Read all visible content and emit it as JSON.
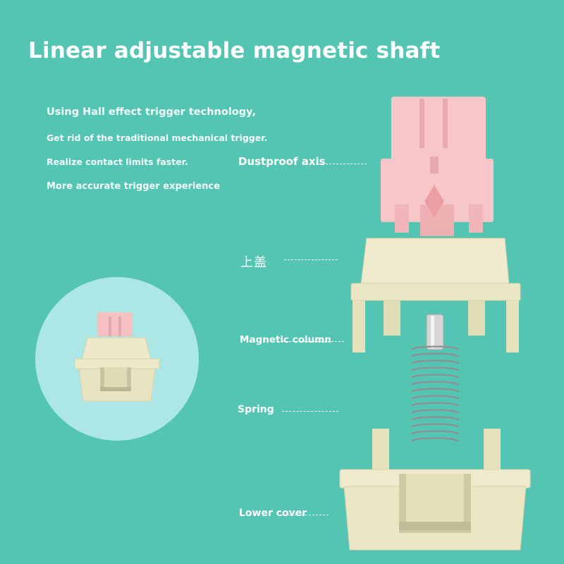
{
  "title": "Linear adjustable magnetic shaft",
  "description": [
    "Using Hall effect trigger technology,",
    "Get rid of the traditional mechanical trigger.",
    "Realize contact limits faster.",
    "More accurate trigger experience"
  ],
  "labels": {
    "dustproof_axis": "Dustproof axis",
    "upper_cover": "上盖",
    "magnetic_column": "Magnetic column",
    "spring": "Spring",
    "lower_cover": "Lower cover"
  },
  "colors": {
    "background": "#54c4b3",
    "stem_pink": "#f4c1c3",
    "housing_cream": "#ede9c9",
    "circle": "#ace7e5"
  }
}
